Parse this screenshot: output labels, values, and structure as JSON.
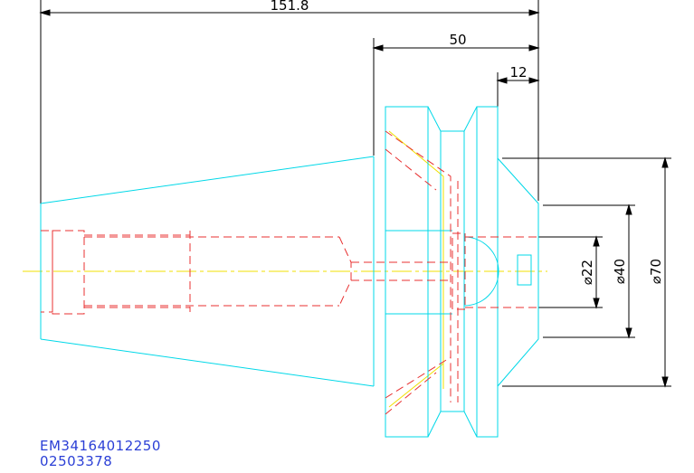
{
  "dimensions": {
    "overall_length": "151.8",
    "flange_length": "50",
    "nose_length": "12",
    "diameter_small": "⌀22",
    "diameter_mid": "⌀40",
    "diameter_large": "⌀70"
  },
  "codes": {
    "part_number": "EM34164012250",
    "serial": "02503378"
  },
  "colors": {
    "outline": "#00d8e8",
    "hidden": "#e83030",
    "centerline": "#f0e000",
    "dimension": "#000000",
    "code_text": "#2b3fd6"
  }
}
